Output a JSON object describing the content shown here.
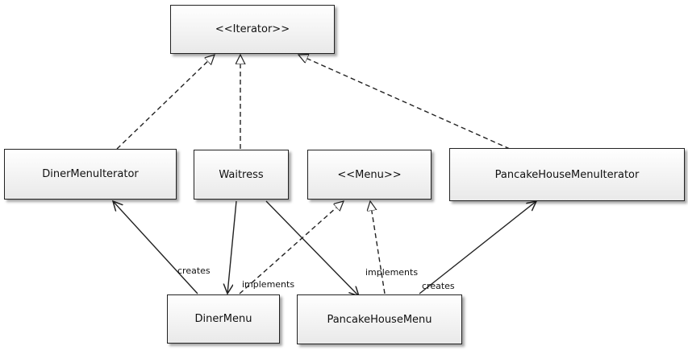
{
  "classes": {
    "iterator": "<<Iterator>>",
    "diner_menu_iterator": "DinerMenuIterator",
    "waitress": "Waitress",
    "menu": "<<Menu>>",
    "pancake_house_menu_iterator": "PancakeHouseMenuIterator",
    "diner_menu": "DinerMenu",
    "pancake_house_menu": "PancakeHouseMenu"
  },
  "edge_labels": {
    "diner_creates": "creates",
    "diner_implements": "implements",
    "pancake_implements": "implements",
    "pancake_creates": "creates"
  }
}
